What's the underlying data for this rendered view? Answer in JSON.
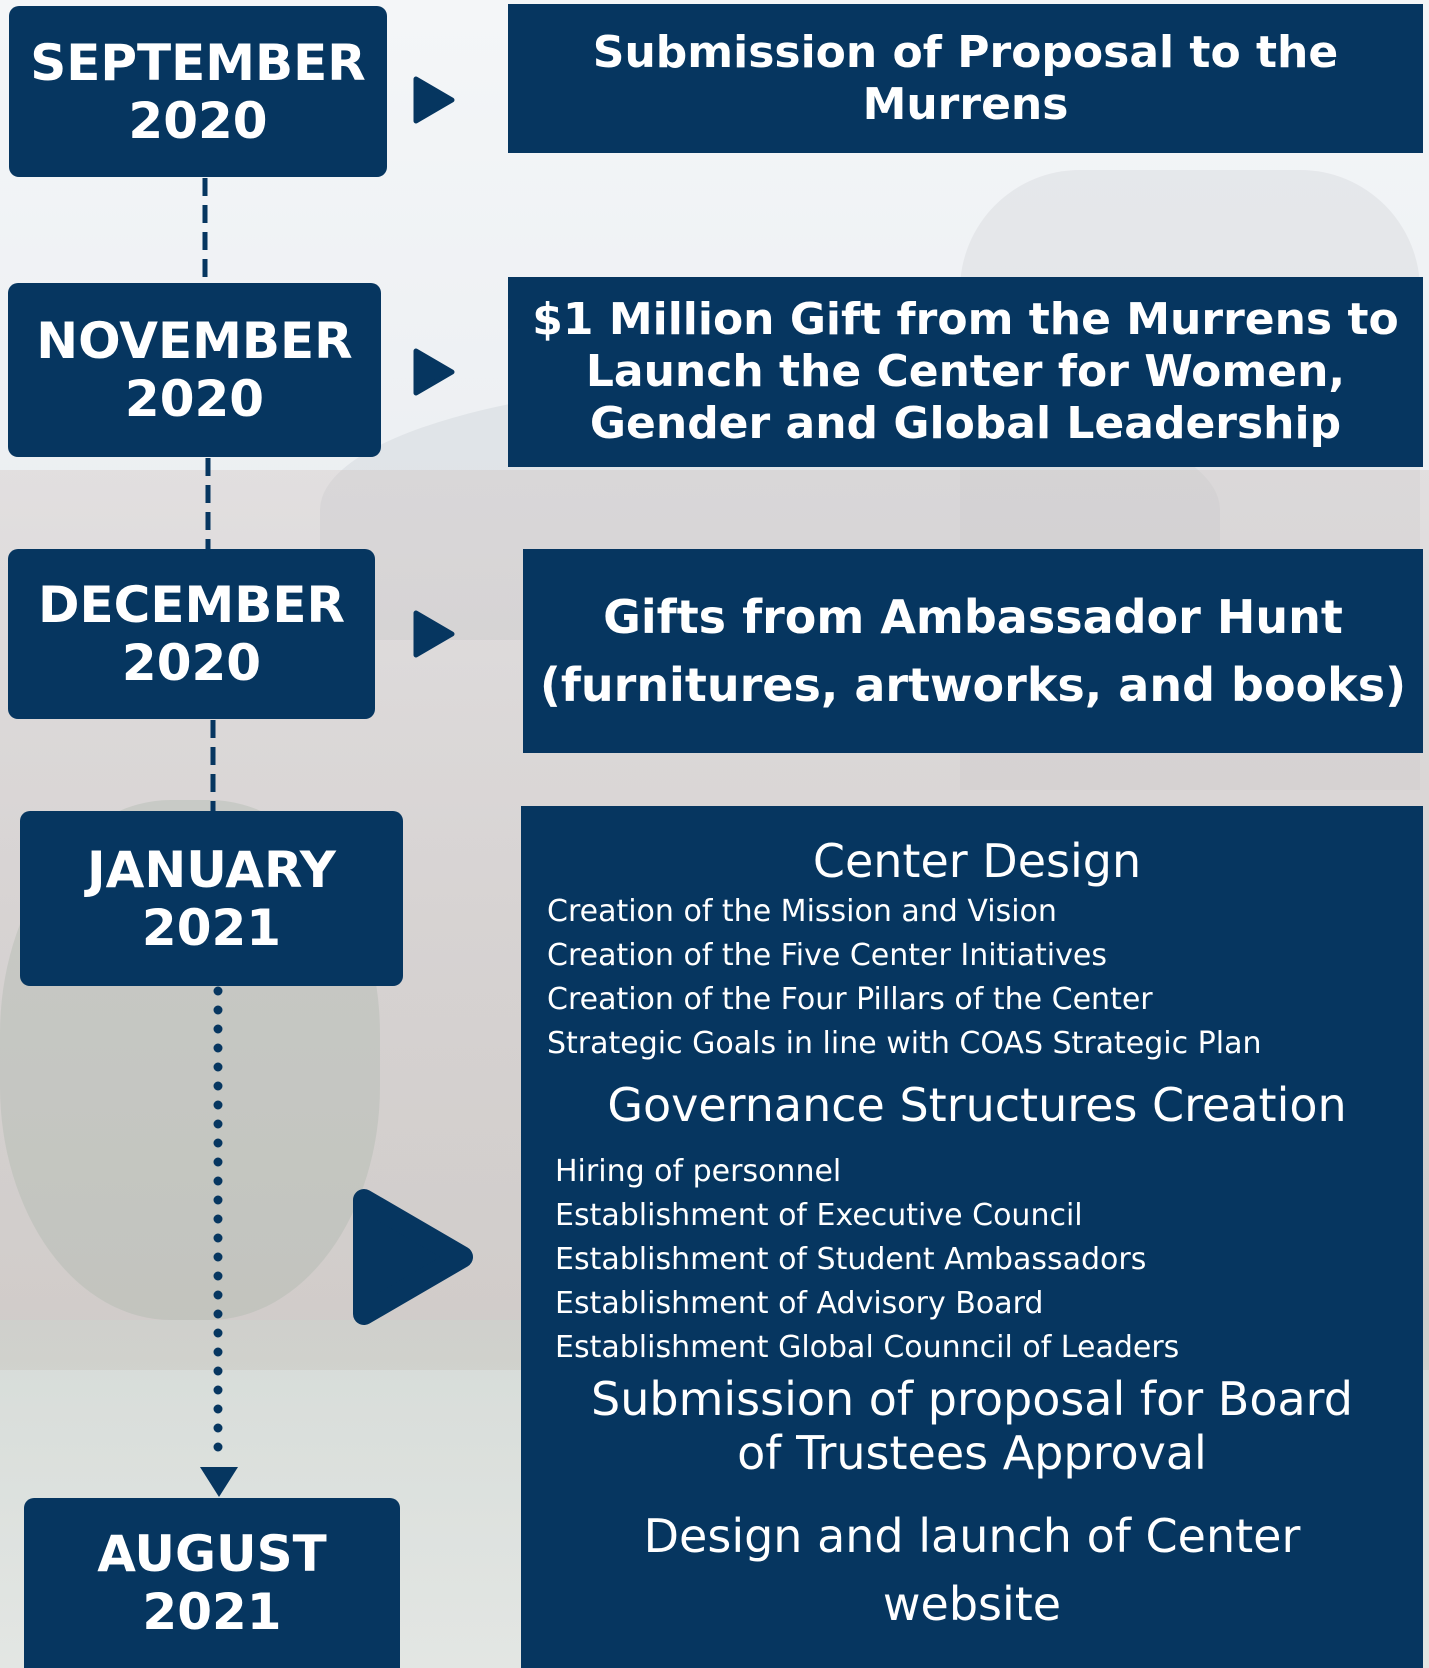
{
  "milestones": [
    {
      "month": "SEPTEMBER",
      "year": "2020"
    },
    {
      "month": "NOVEMBER",
      "year": "2020"
    },
    {
      "month": "DECEMBER",
      "year": "2020"
    },
    {
      "month": "JANUARY",
      "year": "2021"
    },
    {
      "month": "AUGUST",
      "year": "2021"
    }
  ],
  "events": [
    {
      "lines": [
        "Submission of Proposal to the",
        "Murrens"
      ]
    },
    {
      "lines": [
        "$1 Million Gift from the Murrens to",
        "Launch the Center for Women,",
        "Gender and Global Leadership"
      ]
    },
    {
      "lines": [
        "Gifts from Ambassador Hunt",
        "(furnitures, artworks, and books)"
      ]
    }
  ],
  "details": {
    "center_design": {
      "heading": "Center Design",
      "items": [
        "Creation of the Mission and Vision",
        "Creation of the Five Center Initiatives",
        "Creation of the Four Pillars of the Center",
        "Strategic Goals in line with COAS Strategic Plan"
      ]
    },
    "governance": {
      "heading": "Governance Structures Creation",
      "items": [
        "Hiring of personnel",
        "Establishment of Executive Council",
        "Establishment of Student Ambassadors",
        "Establishment of Advisory Board",
        "Establishment Global Counncil of Leaders"
      ]
    },
    "board_proposal": {
      "lines": [
        "Submission of proposal for Board",
        "of Trustees Approval"
      ]
    },
    "website": {
      "lines": [
        "Design and launch of  Center",
        "website"
      ]
    }
  }
}
